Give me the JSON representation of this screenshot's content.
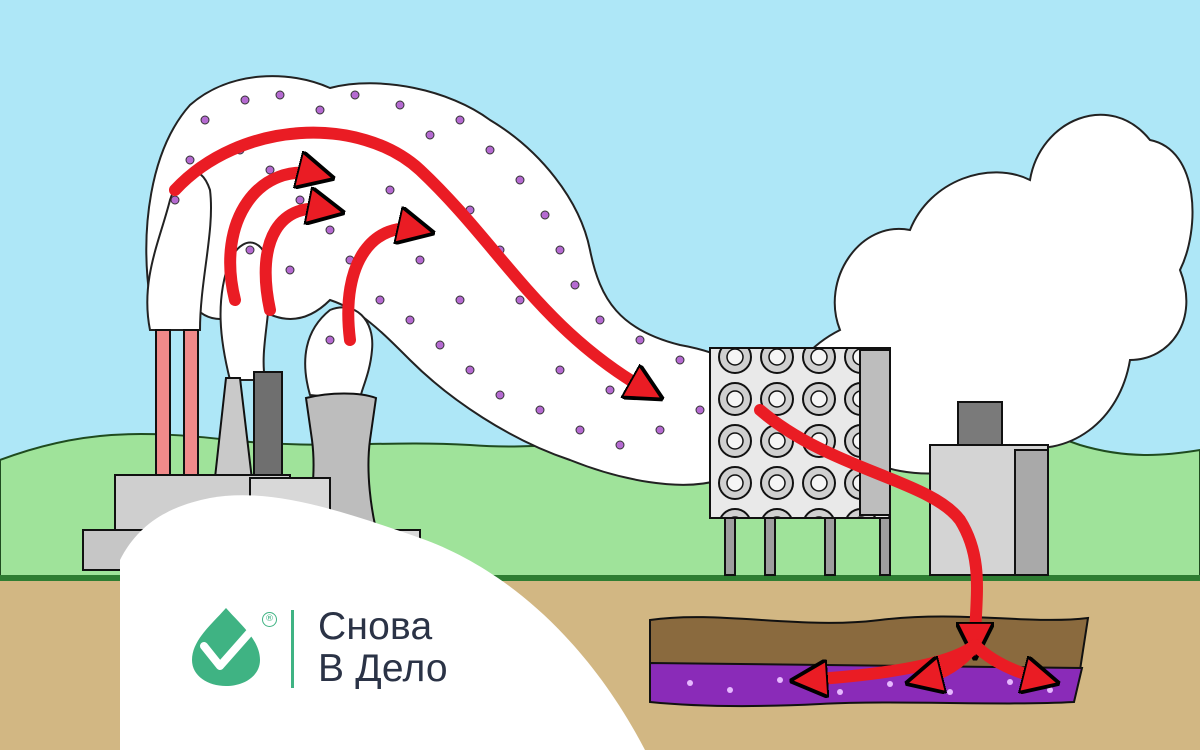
{
  "brand": {
    "line1": "Снова",
    "line2": "В Дело",
    "registered_mark": "®",
    "logo_icon": "green-leaf-checkmark-icon",
    "accent_color": "#3fb383",
    "text_color": "#2b3346"
  },
  "scene": {
    "subject": "direct-air-capture",
    "palette": {
      "sky": "#aee7f7",
      "hills": "#9fe39a",
      "ground": "#d2b783",
      "grass_line": "#2e7d32",
      "smoke": "#ffffff",
      "co2_dots": "#b56ad1",
      "arrows": "#ea1c24",
      "storage_layer": "#8a2bb8",
      "rock_layer": "#8a6a3e"
    }
  }
}
